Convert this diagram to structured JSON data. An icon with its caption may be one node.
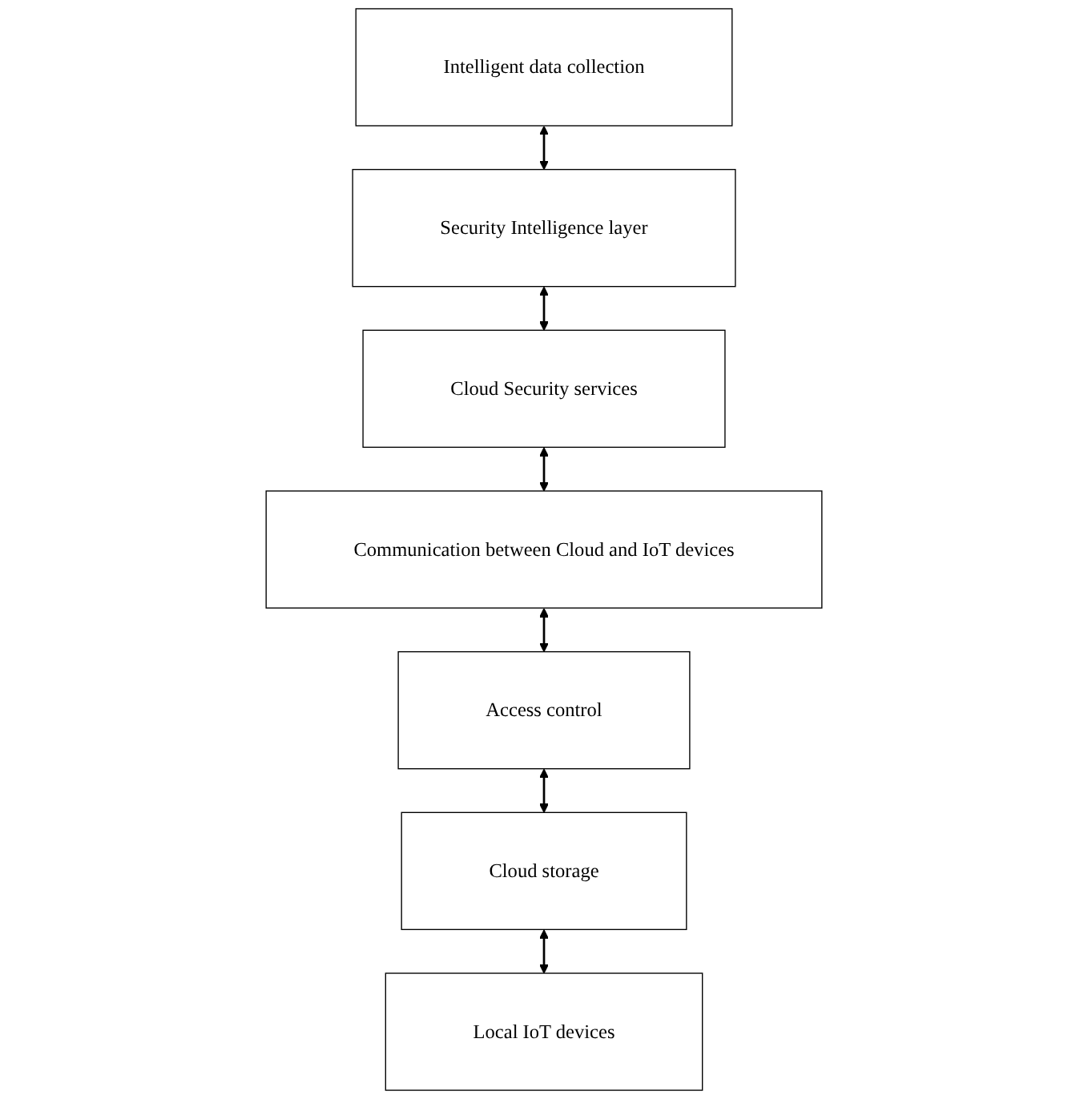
{
  "diagram": {
    "nodes": [
      {
        "text": [
          "Intelligent data collection"
        ]
      },
      {
        "text": [
          "Security Intelligence layer"
        ]
      },
      {
        "text": [
          "Cloud Security services"
        ]
      },
      {
        "text": [
          "Communication between Cloud and IoT devices"
        ]
      },
      {
        "text": [
          "Access control"
        ]
      },
      {
        "text": [
          "Cloud storage"
        ]
      },
      {
        "text": [
          "Local IoT devices"
        ]
      }
    ],
    "edges": [
      {
        "from": 0,
        "to": 1,
        "arrow": "both"
      },
      {
        "from": 1,
        "to": 2,
        "arrow": "both"
      },
      {
        "from": 2,
        "to": 3,
        "arrow": "both"
      },
      {
        "from": 3,
        "to": 4,
        "arrow": "both"
      },
      {
        "from": 4,
        "to": 5,
        "arrow": "both"
      },
      {
        "from": 5,
        "to": 6,
        "arrow": "both"
      }
    ]
  }
}
